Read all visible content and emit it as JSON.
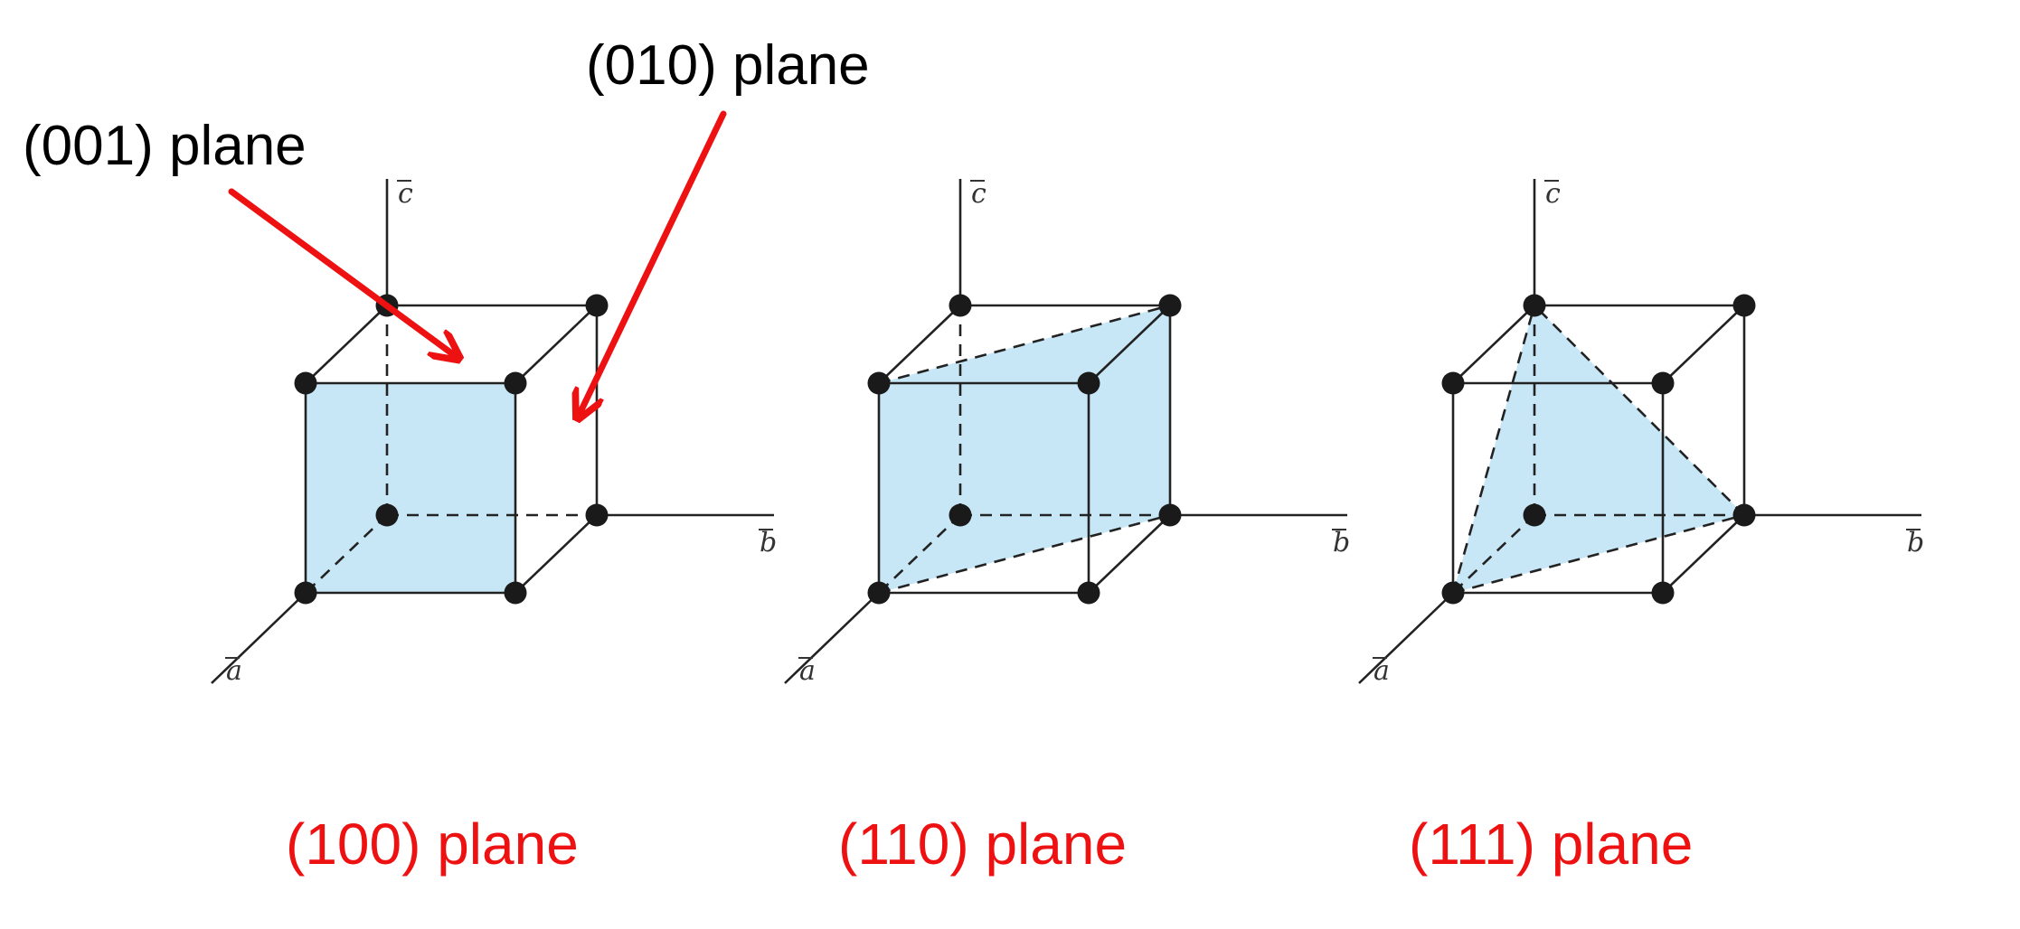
{
  "callouts": [
    {
      "id": "plane-001",
      "label": "(001) plane"
    },
    {
      "id": "plane-010",
      "label": "(010) plane"
    }
  ],
  "axis_labels": {
    "a": "a",
    "b": "b",
    "c": "c"
  },
  "panels": [
    {
      "id": "panel-100",
      "caption": "(100) plane",
      "plane": "100"
    },
    {
      "id": "panel-110",
      "caption": "(110) plane",
      "plane": "110"
    },
    {
      "id": "panel-111",
      "caption": "(111) plane",
      "plane": "111"
    }
  ],
  "colors": {
    "plane_fill": "#c7e7f7",
    "caption": "#ee1111",
    "arrow": "#ee1111",
    "lines": "#222222",
    "atoms": "#1a1a1a"
  }
}
